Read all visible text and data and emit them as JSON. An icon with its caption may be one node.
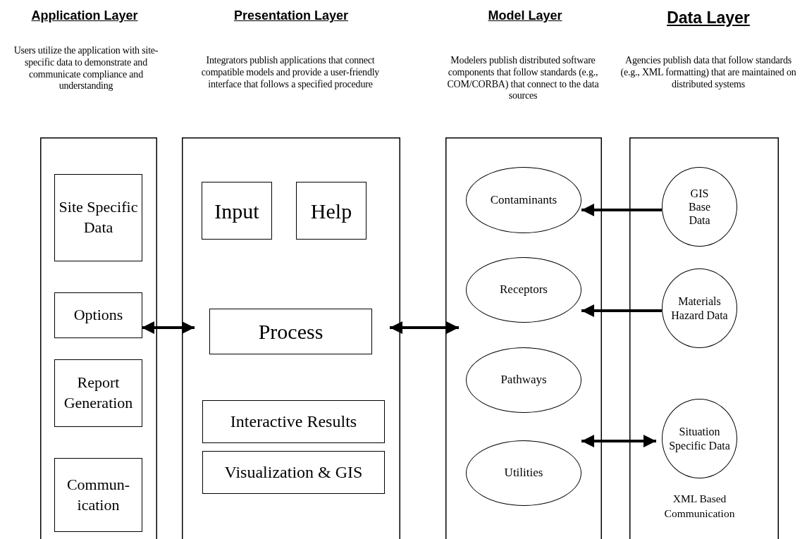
{
  "diagram": {
    "nodes": [
      {
        "text": [
          "Application Layer",
          "Users utilize the application with site-specific data to demonstrate and communicate compliance and understanding"
        ]
      },
      {
        "text": [
          "Site Specific Data"
        ],
        "in": 0
      },
      {
        "text": [
          "Options"
        ],
        "in": 0
      },
      {
        "text": [
          "Report Generation"
        ],
        "in": 0
      },
      {
        "text": [
          "Commun-ication"
        ],
        "in": 0
      },
      {
        "text": [
          "Presentation Layer",
          "Integrators publish applications that connect compatible models and provide a user-friendly interface that follows a specified procedure"
        ]
      },
      {
        "text": [
          "Input"
        ],
        "in": 5
      },
      {
        "text": [
          "Help"
        ],
        "in": 5
      },
      {
        "text": [
          "Process"
        ],
        "in": 5
      },
      {
        "text": [
          "Interactive Results"
        ],
        "in": 5
      },
      {
        "text": [
          "Visualization & GIS"
        ],
        "in": 5
      },
      {
        "text": [
          "Model Layer",
          "Modelers publish distributed software components that follow standards (e.g., COM/CORBA) that connect to the data sources"
        ]
      },
      {
        "text": [
          "Contaminants"
        ],
        "in": 11
      },
      {
        "text": [
          "Receptors"
        ],
        "in": 11
      },
      {
        "text": [
          "Pathways"
        ],
        "in": 11
      },
      {
        "text": [
          "Utilities"
        ],
        "in": 11
      },
      {
        "text": [
          "Data Layer",
          "Agencies publish data that follow standards (e.g., XML formatting) that are maintained on distributed systems"
        ]
      },
      {
        "text": [
          "GIS Base Data"
        ],
        "in": 16
      },
      {
        "text": [
          "Materials Hazard Data"
        ],
        "in": 16
      },
      {
        "text": [
          "Situation Specific Data"
        ],
        "in": 16
      }
    ],
    "edges": [
      {
        "from": 0,
        "to": 5,
        "arrow": "both"
      },
      {
        "from": 5,
        "to": 11,
        "arrow": "both"
      },
      {
        "from": 17,
        "to": 12,
        "arrow": "to"
      },
      {
        "from": 18,
        "to": 13,
        "arrow": "to"
      },
      {
        "from": 15,
        "to": 19,
        "arrow": "both"
      }
    ],
    "labels": [
      "XML Based Communication"
    ]
  }
}
